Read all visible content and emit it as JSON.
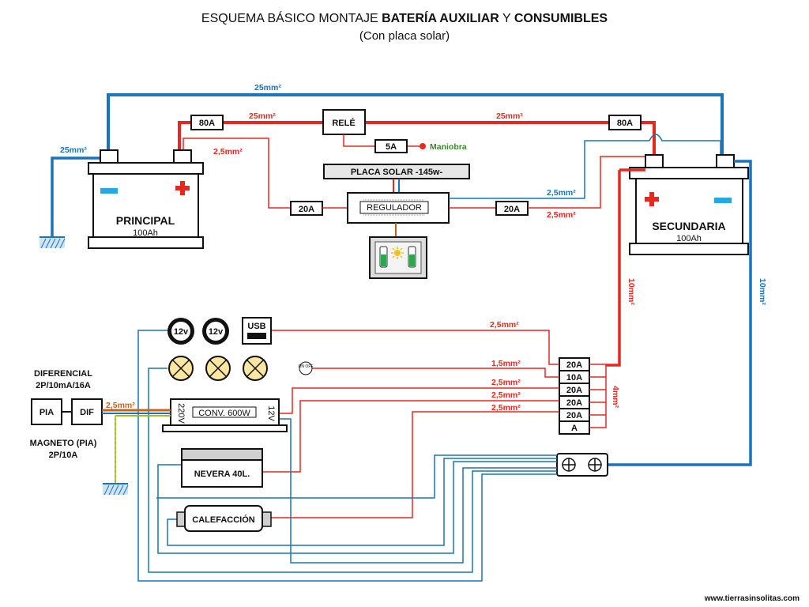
{
  "title": {
    "part1": "ESQUEMA BÁSICO MONTAJE ",
    "part2": "BATERÍA AUXILIAR",
    "part3": " Y ",
    "part4": "CONSUMIBLES",
    "subtitle": "(Con placa solar)"
  },
  "batteries": {
    "principal": {
      "name": "PRINCIPAL",
      "capacity": "100Ah"
    },
    "secundaria": {
      "name": "SECUNDARIA",
      "capacity": "100Ah"
    }
  },
  "components": {
    "rele": "RELÉ",
    "fuse_80a_left": "80A",
    "fuse_80a_right": "80A",
    "fuse_5a": "5A",
    "maniobra": "Maniobra",
    "placa_solar": "PLACA SOLAR -145w-",
    "regulador": "REGULADOR",
    "fuse_20a_left": "20A",
    "fuse_20a_right": "20A",
    "socket_12v_1": "12v",
    "socket_12v_2": "12v",
    "usb": "USB",
    "switch": "ON OFF",
    "converter": "CONV. 600W",
    "converter_in": "220V",
    "converter_out": "12V",
    "nevera": "NEVERA 40L.",
    "calefaccion": "CALEFACCIÓN",
    "pia": "PIA",
    "dif": "DIF",
    "diferencial_line1": "DIFERENCIAL",
    "diferencial_line2": "2P/10mA/16A",
    "magneto_line1": "MAGNETO (PIA)",
    "magneto_line2": "2P/10A"
  },
  "fuse_box": [
    "20A",
    "10A",
    "20A",
    "20A",
    "20A",
    "A"
  ],
  "wire_labels": {
    "top_blue": "25mm²",
    "left_blue": "25mm²",
    "red_80a_rele": "25mm²",
    "red_rele_80a": "25mm²",
    "red_principal_reg": "2,5mm²",
    "blue_reg_sec": "2,5mm²",
    "red_reg_sec": "2,5mm²",
    "red_sec_fusebox": "10mm²",
    "blue_sec_bus": "10mm²",
    "usb_line": "2,5mm²",
    "lights_line": "1,5mm²",
    "conv_line": "2,5mm²",
    "nevera_line": "2,5mm²",
    "calef_line": "2,5mm²",
    "fusebox_bridge": "4mm²",
    "pia_conv": "2,5mm²"
  },
  "footer": "www.tierrasinsolitas.com",
  "colors": {
    "positive": "#e8281e",
    "negative": "#1a74bb",
    "ac": "#c86414",
    "earth": "#9bbf2e"
  }
}
